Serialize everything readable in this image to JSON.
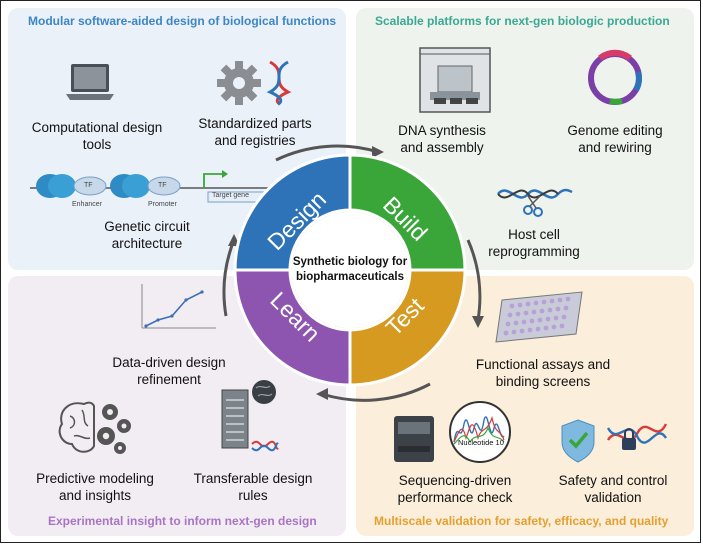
{
  "quadrants": {
    "top_left_title": "Modular software-aided design of biological functions",
    "top_right_title": "Scalable platforms for next-gen biologic production",
    "bottom_left_title": "Experimental insight to inform next-gen design",
    "bottom_right_title": "Multiscale validation for safety, efficacy, and quality"
  },
  "cycle": {
    "center_line1": "Synthetic biology for",
    "center_line2": "biopharmaceuticals",
    "design": "Design",
    "build": "Build",
    "test": "Test",
    "learn": "Learn"
  },
  "items": {
    "computational_design": [
      "Computational design",
      "tools"
    ],
    "standardized_parts": [
      "Standardized parts",
      "and registries"
    ],
    "genetic_circuit": [
      "Genetic circuit",
      "architecture"
    ],
    "dna_synthesis": [
      "DNA synthesis",
      "and assembly"
    ],
    "genome_editing": [
      "Genome editing",
      "and rewiring"
    ],
    "host_cell": [
      "Host cell",
      "reprogramming"
    ],
    "functional_assays": [
      "Functional assays and",
      "binding screens"
    ],
    "sequencing": [
      "Sequencing-driven",
      "performance check"
    ],
    "safety": [
      "Safety and control",
      "validation"
    ],
    "data_driven": [
      "Data-driven design",
      "refinement"
    ],
    "predictive": [
      "Predictive modeling",
      "and insights"
    ],
    "transferable": [
      "Transferable design",
      "rules"
    ]
  },
  "circuit": {
    "tf1": "TF",
    "tf2": "TF",
    "enhancer": "Enhancer",
    "promoter": "Promoter",
    "target": "Target gene"
  },
  "nucleotide_label": "Nucleotide 10",
  "colors": {
    "design": "#2e73b8",
    "build": "#3aa63a",
    "test": "#d69a20",
    "learn": "#8e55b0",
    "tl_title": "#3d86c6",
    "tr_title": "#3aa893",
    "bl_title": "#a874c4",
    "br_title": "#e4a030"
  }
}
